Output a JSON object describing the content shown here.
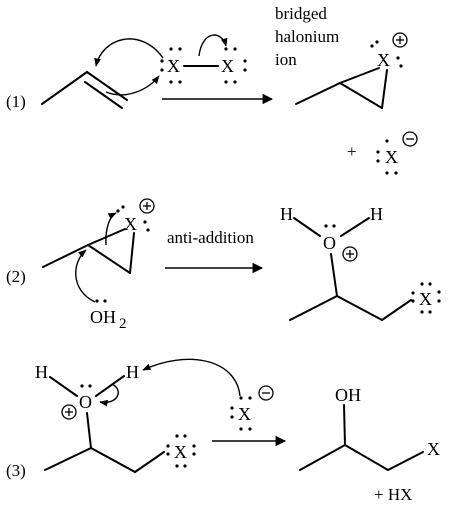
{
  "steps": [
    "(1)",
    "(2)",
    "(3)"
  ],
  "atoms": {
    "halogen": "X",
    "oxygen": "O",
    "hydrogen": "H",
    "water_o": "OH",
    "water_sub": "2",
    "hydroxyl": "OH"
  },
  "annotations": {
    "bridged_line1": "bridged",
    "bridged_line2": "halonium",
    "bridged_line3": "ion",
    "anti_addition": "anti-addition",
    "plus": "+",
    "byproduct": "+ HX"
  }
}
